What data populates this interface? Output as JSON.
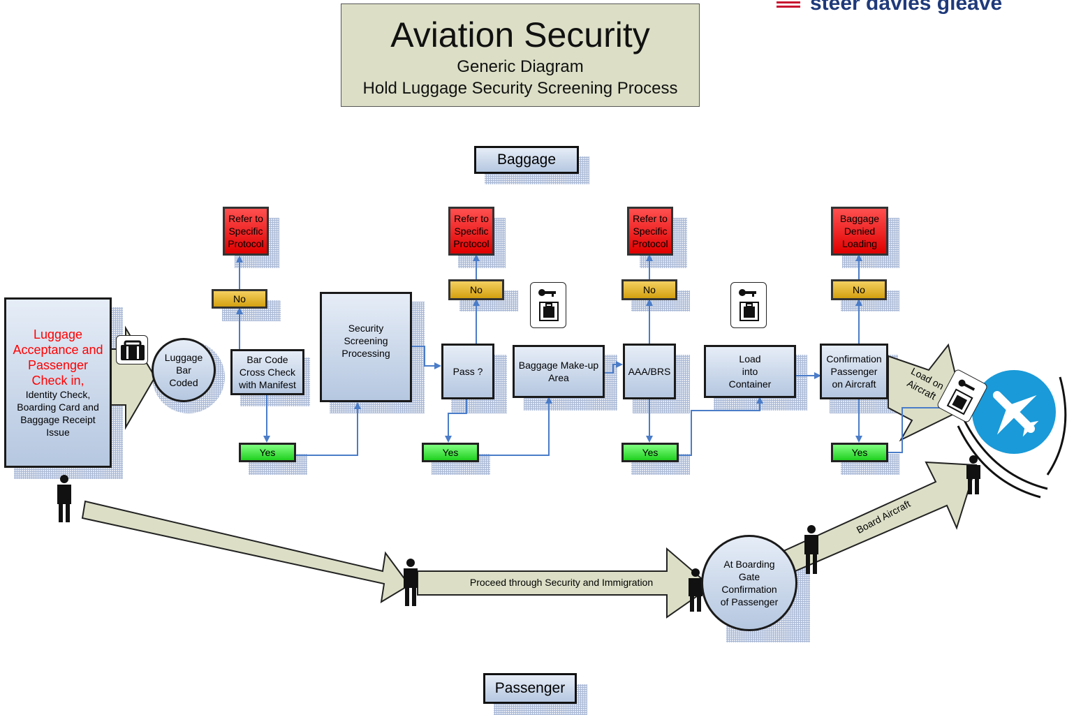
{
  "header": {
    "title": "Aviation Security",
    "subtitle_1": "Generic Diagram",
    "subtitle_2": "Hold Luggage Security Screening Process",
    "logo_text": "steer davies gleave"
  },
  "lanes": {
    "baggage": "Baggage",
    "passenger": "Passenger"
  },
  "nodes": {
    "checkin_title": "Luggage Acceptance and Passenger Check in,",
    "checkin_detail": "Identity Check, Boarding Card and Baggage Receipt Issue",
    "luggage_bar_coded": "Luggage\nBar\nCoded",
    "bar_code_check": "Bar Code\nCross Check\nwith Manifest",
    "security_screening": "Security\nScreening\nProcessing",
    "pass_question": "Pass ?",
    "makeup_area": "Baggage Make-up\nArea",
    "aaa_brs": "AAA/BRS",
    "load_container": "Load\ninto\nContainer",
    "confirm_passenger": "Confirmation\nPassenger\non Aircraft",
    "boarding_gate": "At Boarding\nGate\nConfirmation\nof Passenger"
  },
  "decisions": {
    "refer_1": "Refer to\nSpecific\nProtocol",
    "refer_2": "Refer to\nSpecific\nProtocol",
    "refer_3": "Refer to\nSpecific\nProtocol",
    "denied": "Baggage\nDenied\nLoading",
    "no_1": "No",
    "no_2": "No",
    "no_3": "No",
    "no_4": "No",
    "yes_1": "Yes",
    "yes_2": "Yes",
    "yes_3": "Yes",
    "yes_4": "Yes"
  },
  "arrows": {
    "load_on_aircraft": "Load on\nAircraft",
    "proceed": "Proceed through Security and Immigration",
    "board_aircraft": "Board Aircraft"
  },
  "colors": {
    "node_fill_top": "#e6edf7",
    "node_fill_bottom": "#b5c7e0",
    "refer_red": "#e00000",
    "no_amber": "#d4a010",
    "yes_green": "#20d020",
    "connector_blue": "#4a7cc8",
    "big_arrow_fill": "#dcdfc6",
    "aircraft_blue": "#1a9ad8",
    "checkin_title_red": "#ff0000"
  },
  "icons": [
    "briefcase-icon",
    "key-icon",
    "aircraft-icon",
    "person-icon"
  ]
}
